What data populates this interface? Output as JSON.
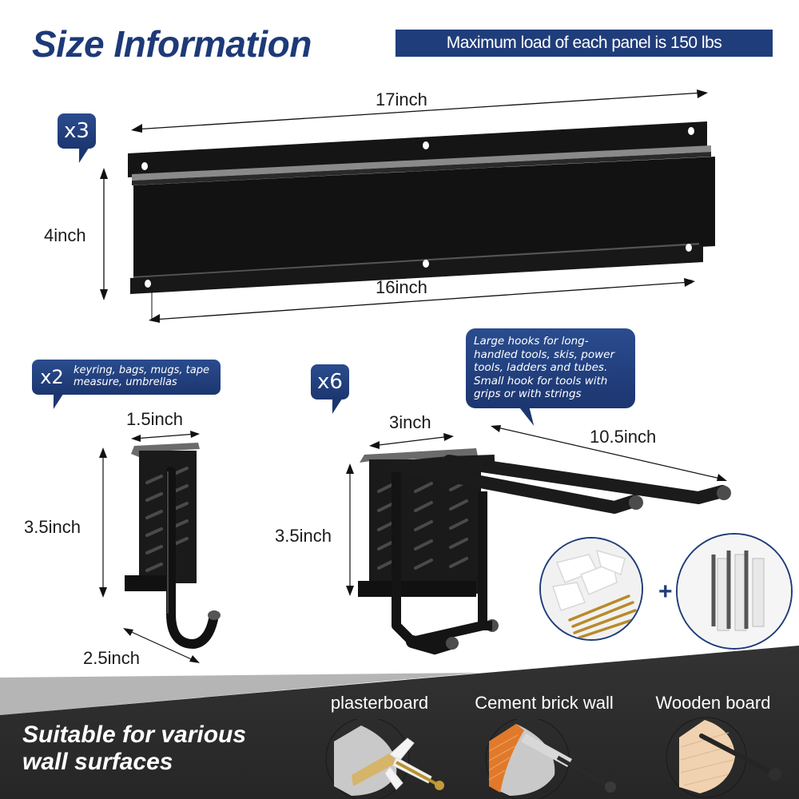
{
  "header": {
    "title": "Size Information",
    "banner": "Maximum load of each panel is 150 lbs"
  },
  "panel": {
    "quantity": "x3",
    "width_top": "17inch",
    "height": "4inch",
    "width_bottom": "16inch"
  },
  "small_hook": {
    "quantity": "x2",
    "uses": "keyring, bags, mugs, tape measure, umbrellas",
    "width": "1.5inch",
    "height": "3.5inch",
    "depth": "2.5inch"
  },
  "large_hook": {
    "quantity": "x6",
    "uses": "Large hooks for long-handled tools, skis, power tools, ladders and tubes. Small hook for tools with grips or with strings",
    "width": "3inch",
    "height": "3.5inch",
    "length": "10.5inch"
  },
  "hardware": {
    "plus_symbol": "+"
  },
  "surfaces": {
    "heading_line1": "Suitable for various",
    "heading_line2": "wall surfaces",
    "items": [
      {
        "label": "plasterboard"
      },
      {
        "label": "Cement brick wall"
      },
      {
        "label": "Wooden board"
      }
    ]
  },
  "colors": {
    "brand_blue": "#1f3d7a",
    "dark_band": "#2b2b2b",
    "product_black": "#151515"
  }
}
